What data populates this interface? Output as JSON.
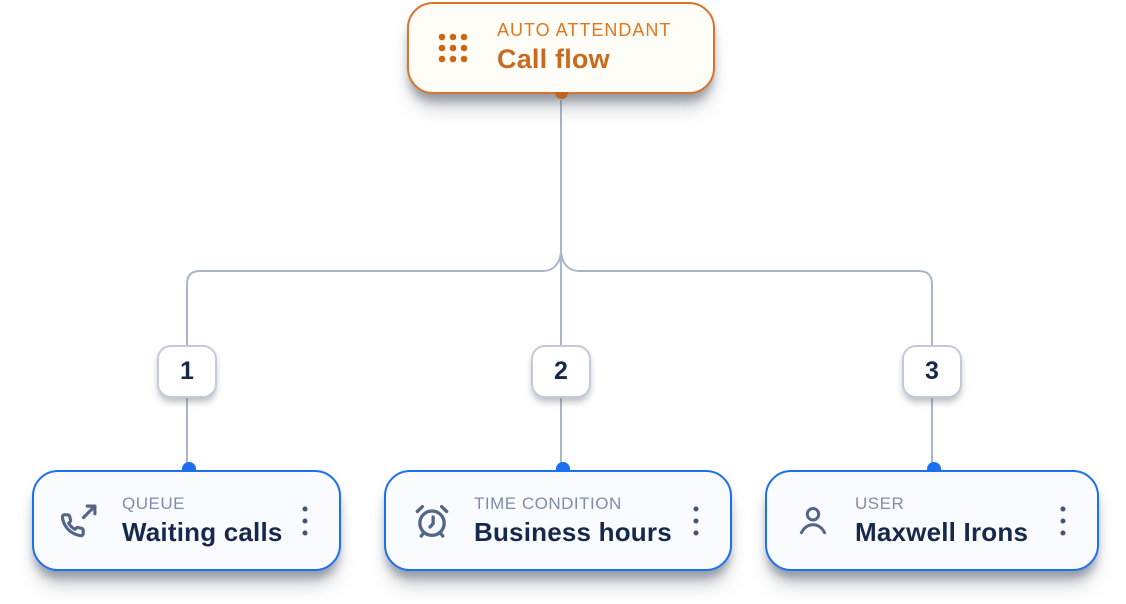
{
  "diagram": {
    "root": {
      "type_label": "AUTO ATTENDANT",
      "title": "Call flow",
      "icon": "dots-grid-icon"
    },
    "branches": [
      {
        "number": "1",
        "type_label": "QUEUE",
        "title": "Waiting calls",
        "icon": "phone-outgoing-icon"
      },
      {
        "number": "2",
        "type_label": "TIME CONDITION",
        "title": "Business hours",
        "icon": "alarm-clock-icon"
      },
      {
        "number": "3",
        "type_label": "USER",
        "title": "Maxwell Irons",
        "icon": "user-icon"
      }
    ],
    "colors": {
      "root_border": "#dd7229",
      "root_label": "#e0761f",
      "root_title": "#c96a1e",
      "root_bg": "#fffdf8",
      "root_dot_icon": "#cc6612",
      "card_border": "#1d6ff2",
      "card_bg": "#f9fbff",
      "card_label": "#7e8da9",
      "card_title": "#16294b",
      "icon_stroke": "#546687",
      "connector_line": "#a9b5cb",
      "badge_border": "#c3cbdb",
      "badge_text": "#16294b",
      "port_blue": "#1d6ff2",
      "port_orange": "#c2631a"
    }
  }
}
